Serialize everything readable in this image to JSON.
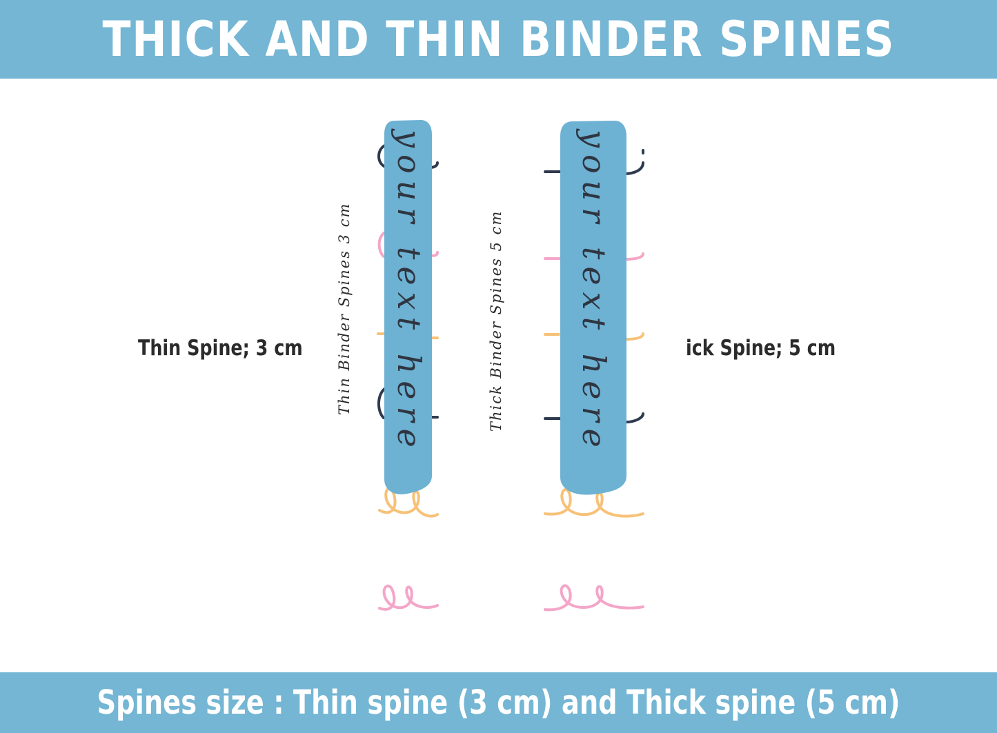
{
  "header": {
    "title": "THICK AND THIN BINDER SPINES"
  },
  "thin": {
    "label": "Thin Spine; 3 cm",
    "caption": "Thin Binder Spines 3 cm",
    "spine_text": "your text here"
  },
  "thick": {
    "label": "ick Spine; 5 cm",
    "caption": "Thick Binder Spines 5 cm",
    "spine_text": "your text here"
  },
  "footer": {
    "text": "Spines size : Thin spine (3 cm) and Thick spine (5 cm)"
  },
  "colors": {
    "banner": "#74b6d4",
    "spine_fill": "#6db1d3",
    "navy": "#2f3a4f",
    "pink": "#f4a6c8",
    "orange": "#f7c178"
  }
}
